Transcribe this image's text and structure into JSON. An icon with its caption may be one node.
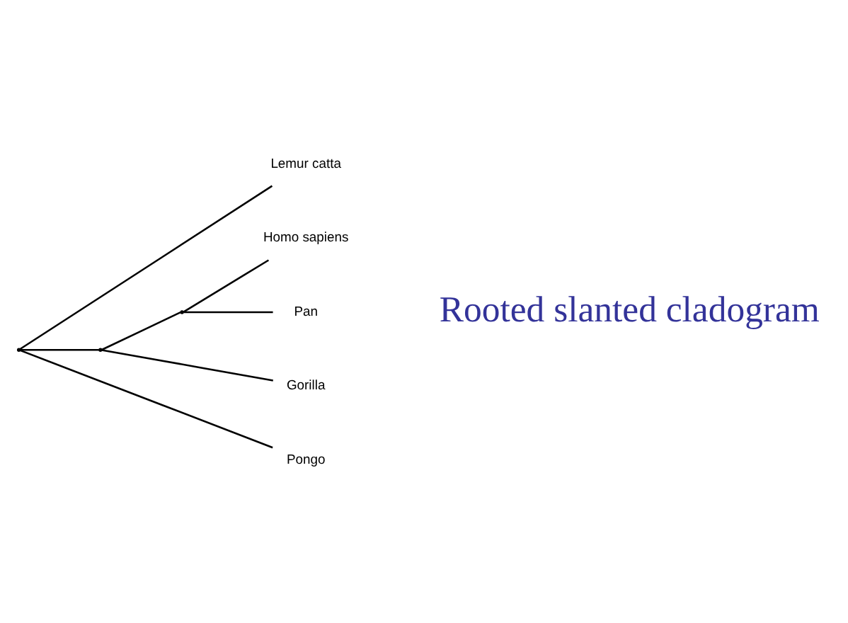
{
  "diagram": {
    "nodes": [
      {
        "text": [],
        "shape": "point"
      },
      {
        "text": [
          "Lemur catta"
        ]
      },
      {
        "text": [],
        "shape": "point"
      },
      {
        "text": [],
        "shape": "point"
      },
      {
        "text": [
          "Homo sapiens"
        ]
      },
      {
        "text": [
          "Pan"
        ]
      },
      {
        "text": [
          "Gorilla"
        ]
      },
      {
        "text": [
          "Pongo"
        ]
      }
    ],
    "edges": [
      {
        "from": 0,
        "to": 1,
        "arrow": "none"
      },
      {
        "from": 0,
        "to": 2,
        "arrow": "none"
      },
      {
        "from": 0,
        "to": 7,
        "arrow": "none"
      },
      {
        "from": 2,
        "to": 3,
        "arrow": "none"
      },
      {
        "from": 2,
        "to": 6,
        "arrow": "none"
      },
      {
        "from": 3,
        "to": 4,
        "arrow": "none"
      },
      {
        "from": 3,
        "to": 5,
        "arrow": "none"
      }
    ],
    "labels": [
      "Rooted slanted cladogram"
    ]
  }
}
